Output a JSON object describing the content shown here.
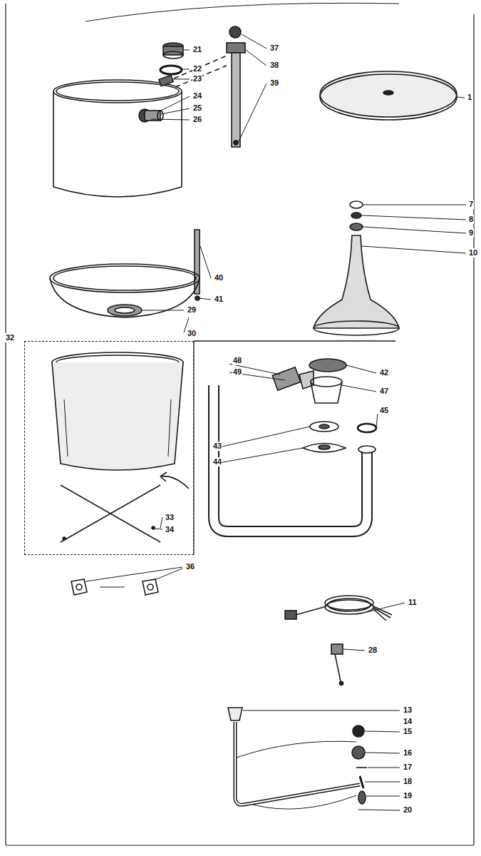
{
  "diagram": {
    "nodes": [
      {
        "text": [
          "32",
          "33",
          "34"
        ]
      }
    ],
    "labels": [
      "21",
      "22",
      "23",
      "37",
      "38",
      "24",
      "25",
      "39",
      "1",
      "26",
      "7",
      "8",
      "9",
      "40",
      "10",
      "41",
      "29",
      "30",
      "48",
      "49",
      "42",
      "47",
      "45",
      "43",
      "44",
      "36",
      "11",
      "28",
      "13",
      "14",
      "15",
      "16",
      "17",
      "18",
      "19",
      "20"
    ]
  }
}
